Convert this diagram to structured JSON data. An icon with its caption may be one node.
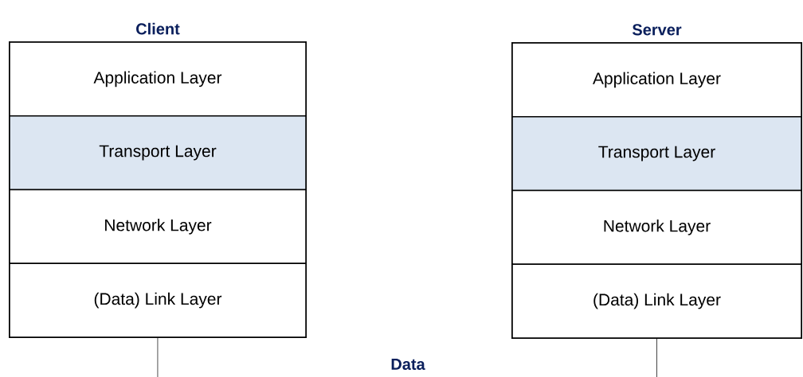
{
  "diagram": {
    "nodes": [
      {
        "text": [
          "Client"
        ]
      },
      {
        "text": [
          "Application Layer"
        ],
        "in": 0
      },
      {
        "text": [
          "Transport Layer"
        ],
        "in": 0
      },
      {
        "text": [
          "Network Layer"
        ],
        "in": 0
      },
      {
        "text": [
          "(Data) Link Layer"
        ],
        "in": 0
      },
      {
        "text": [
          "Server"
        ]
      },
      {
        "text": [
          "Application Layer"
        ],
        "in": 5
      },
      {
        "text": [
          "Transport Layer"
        ],
        "in": 5
      },
      {
        "text": [
          "Network Layer"
        ],
        "in": 5
      },
      {
        "text": [
          "(Data) Link Layer"
        ],
        "in": 5
      }
    ],
    "edges": [
      {
        "from": 4,
        "to": null,
        "arrow": "none"
      },
      {
        "from": 9,
        "to": null,
        "arrow": "none"
      }
    ],
    "labels": [
      "Data"
    ]
  }
}
